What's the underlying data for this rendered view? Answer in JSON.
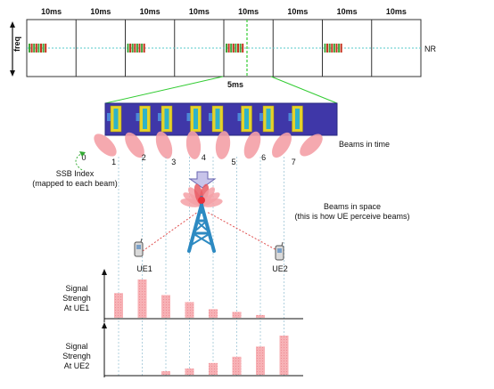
{
  "timeline": {
    "slot_labels": [
      "10ms",
      "10ms",
      "10ms",
      "10ms",
      "10ms",
      "10ms",
      "10ms",
      "10ms"
    ],
    "freq_label": "freq",
    "nr_label": "NR",
    "zoom_label": "5ms",
    "active_slots": [
      0,
      2,
      4,
      6
    ]
  },
  "beams": {
    "in_time_label": "Beams in time",
    "ssb_index_label": "SSB Index",
    "ssb_index_sub": "(mapped to each beam)",
    "indices": [
      "0",
      "1",
      "2",
      "3",
      "4",
      "5",
      "6",
      "7"
    ],
    "in_space_label": "Beams in space",
    "in_space_sub": "(this is how UE perceive beams)"
  },
  "ues": {
    "ue1": "UE1",
    "ue2": "UE2"
  },
  "signal": {
    "ue1_label": [
      "Signal",
      "Strengh",
      "At UE1"
    ],
    "ue2_label": [
      "Signal",
      "Strengh",
      "At UE2"
    ]
  },
  "chart_data": [
    {
      "type": "bar",
      "categories": [
        "0",
        "1",
        "2",
        "3",
        "4",
        "5",
        "6",
        "7"
      ],
      "values": [
        0.63,
        0.98,
        0.58,
        0.4,
        0.22,
        0.15,
        0.07,
        0.0
      ]
    },
    {
      "type": "bar",
      "categories": [
        "0",
        "1",
        "2",
        "3",
        "4",
        "5",
        "6",
        "7"
      ],
      "values": [
        0.0,
        0.0,
        0.09,
        0.16,
        0.3,
        0.46,
        0.72,
        1.0
      ]
    }
  ],
  "colors": {
    "beam": "#f4a0a6",
    "bar": "#f5a3a8",
    "frame": "#3f37a8",
    "tower": "#2d8ac2",
    "tower_top": "#e8303a",
    "slot_green": "#3fa63a",
    "slot_red": "#c8331f",
    "dash_green": "#33cc33",
    "dash_red": "#e05050"
  }
}
